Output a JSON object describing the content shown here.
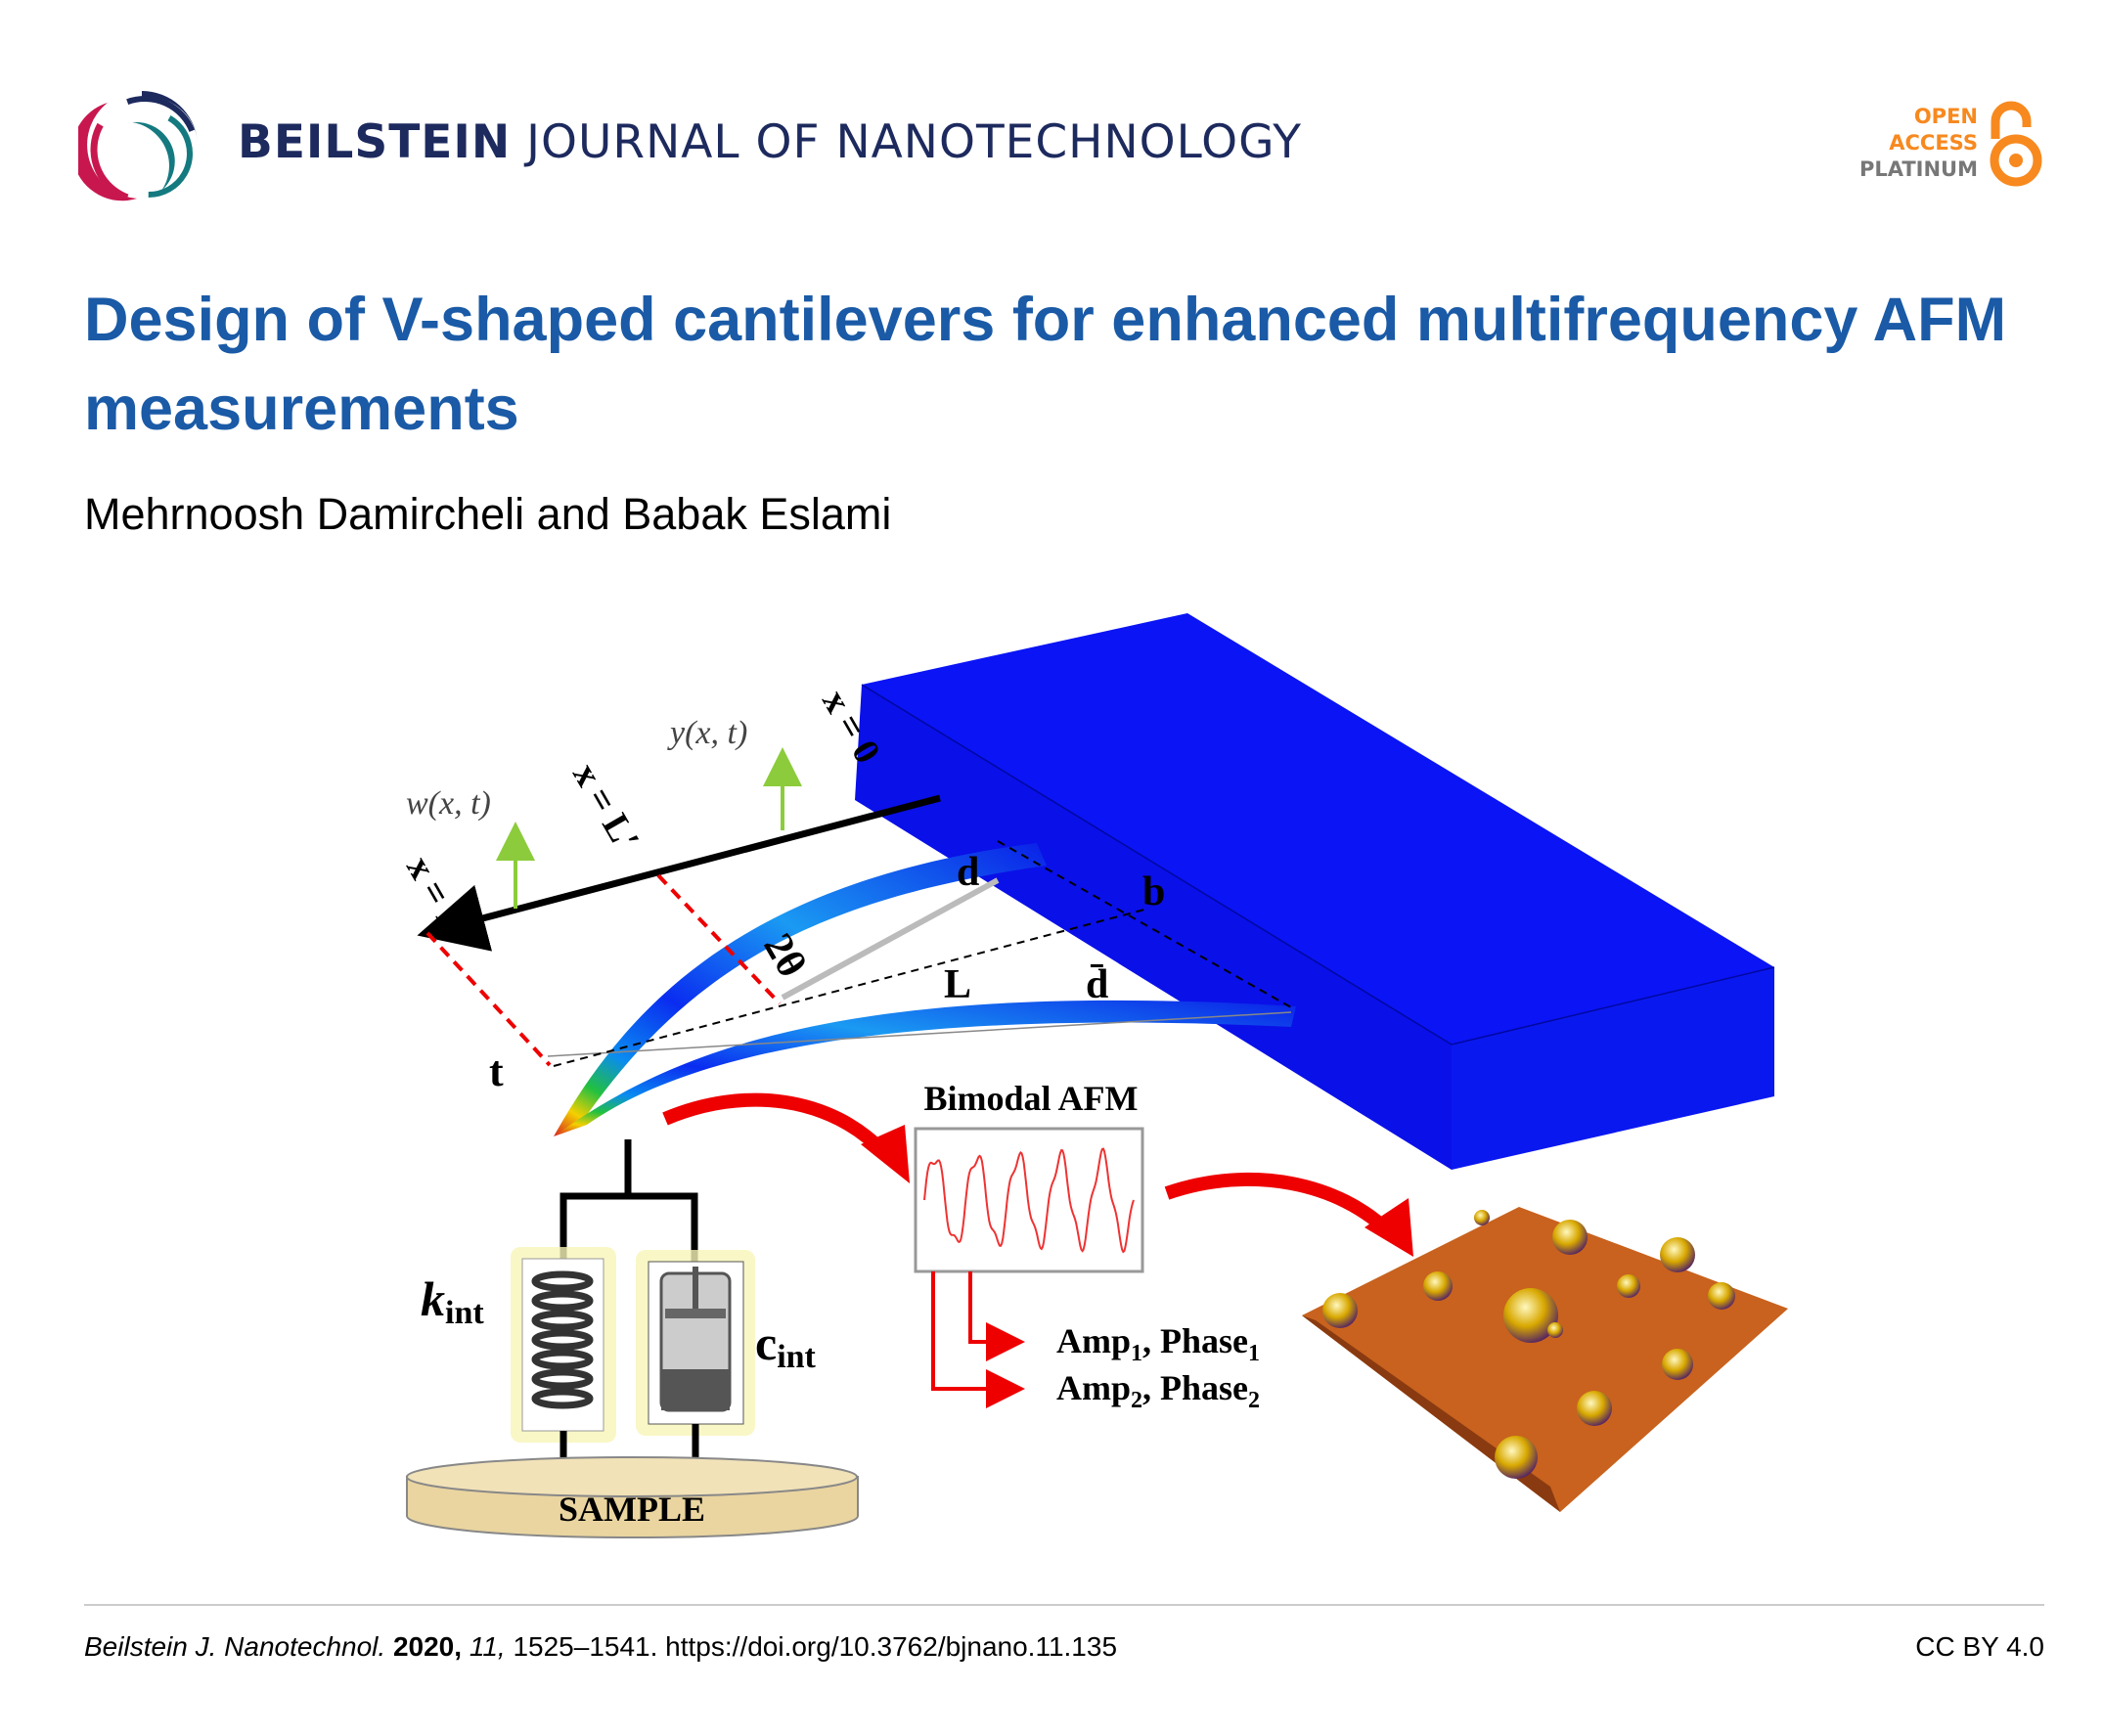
{
  "header": {
    "journal_bold": "BEILSTEIN",
    "journal_rest": "JOURNAL OF NANOTECHNOLOGY",
    "badge": {
      "line1": "OPEN",
      "line2": "ACCESS",
      "line3": "PLATINUM",
      "icon": "open-lock-icon"
    },
    "colors": {
      "navy": "#1d2a5e",
      "crimson": "#c8174f",
      "teal": "#147a80",
      "orange": "#f7891f"
    }
  },
  "article": {
    "title": "Design of V-shaped cantilevers for enhanced multifrequency AFM measurements",
    "authors": "Mehrnoosh Damircheli and Babak Eslami",
    "title_color": "#1a5aa6"
  },
  "figure": {
    "labels": {
      "x0": "x = 0",
      "xLprime": "x = L′",
      "xL": "x = L",
      "y": "y(x, t)",
      "w": "w(x, t)",
      "d_top": "d",
      "b": "b",
      "theta": "2θ",
      "L": "L",
      "d_bar": "d̄",
      "t": "t",
      "bimodal": "Bimodal AFM",
      "k": "k",
      "k_sub": "int",
      "c": "c",
      "c_sub": "int",
      "sample": "SAMPLE",
      "amp1": "Amp",
      "amp1_sub": "1",
      "phase1": ", Phase",
      "phase1_sub": "1",
      "amp2": "Amp",
      "amp2_sub": "2",
      "phase2": ", Phase",
      "phase2_sub": "2"
    }
  },
  "footer": {
    "journal": "Beilstein J. Nanotechnol.",
    "year": "2020,",
    "volume": "11,",
    "pages_doi": "1525–1541. https://doi.org/10.3762/bjnano.11.135",
    "license": "CC BY 4.0"
  }
}
